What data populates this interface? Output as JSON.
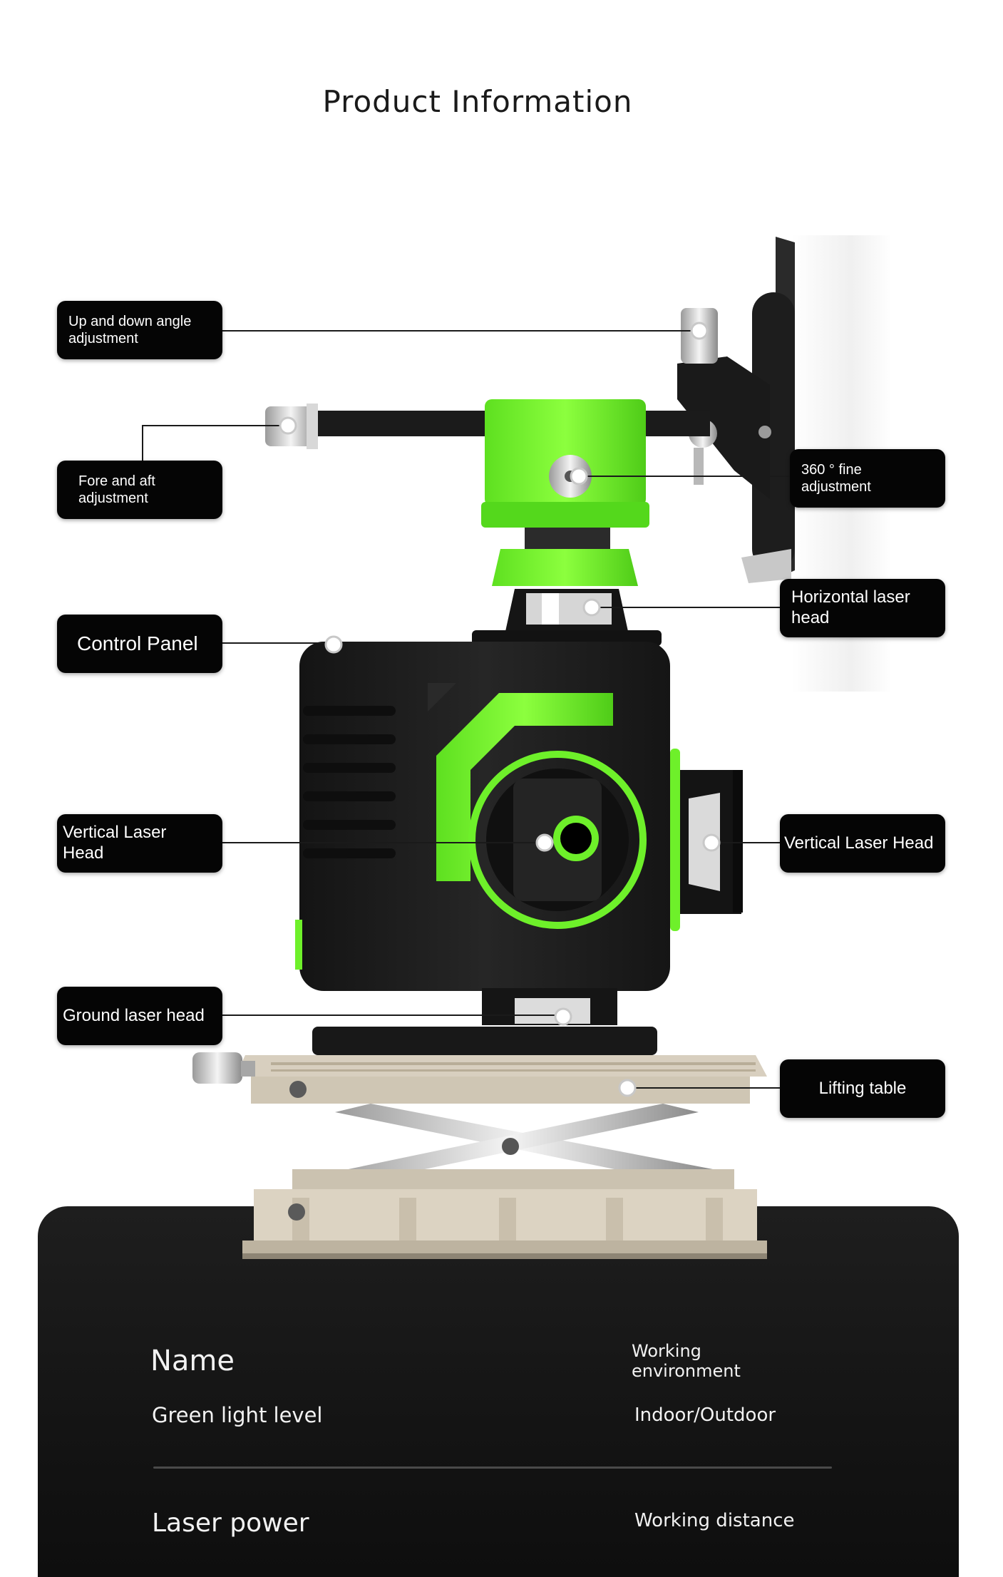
{
  "page": {
    "title": "Product Information"
  },
  "callouts": {
    "up_down": "Up and down angle adjustment",
    "fore_aft": "Fore and aft adjustment",
    "fine_360": "360 ° fine adjustment",
    "control_panel": "Control Panel",
    "horizontal_head": "Horizontal laser head",
    "vertical_head_left": "Vertical Laser Head",
    "vertical_head_right": "Vertical Laser Head",
    "ground_head": "Ground laser head",
    "lifting_table": "Lifting table"
  },
  "specs": {
    "name_label": "Name",
    "name_value": "Green light level",
    "env_label": "Working environment",
    "env_value": "Indoor/Outdoor",
    "power_label": "Laser power",
    "distance_label": "Working distance"
  },
  "colors": {
    "laser_green": "#6ef02a",
    "body_black": "#1c1c1c",
    "table_beige": "#d8cfbf"
  }
}
